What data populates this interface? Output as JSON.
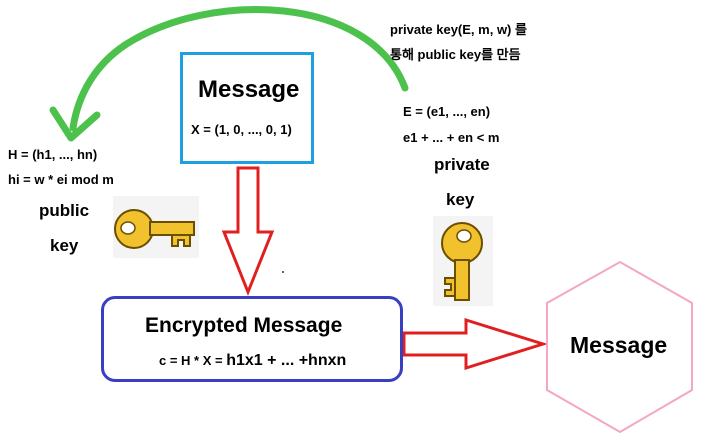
{
  "message_box": {
    "title": "Message",
    "vector": "X = (1, 0, ..., 0, 1)"
  },
  "encrypted_box": {
    "title": "Encrypted Message",
    "formula_prefix": "c = H * X =",
    "formula_terms": "h1x1 + ... +hnxn"
  },
  "output_message": {
    "label": "Message"
  },
  "public_key_side": {
    "h_def": "H = (h1, ..., hn)",
    "hi_def": "hi = w * ei mod m",
    "label_line1": "public",
    "label_line2": "key",
    "key_icon": "golden-key-horizontal-icon"
  },
  "private_key_side": {
    "note_line1": "private key(E, m, w) 를",
    "note_line2": "통해 public key를 만듬",
    "e_def": "E = (e1, ..., en)",
    "sum_constraint": "e1 + ... + en < m",
    "label_line1": "private",
    "label_line2": "key",
    "key_icon": "golden-key-vertical-icon"
  },
  "colors": {
    "message_border": "#1ea0e0",
    "encrypted_border": "#3a3fc2",
    "hexagon_stroke": "#f4a6c4",
    "curved_arrow": "#4cc24c",
    "red_arrows": "#e02020",
    "key_gold": "#f2c12e"
  }
}
